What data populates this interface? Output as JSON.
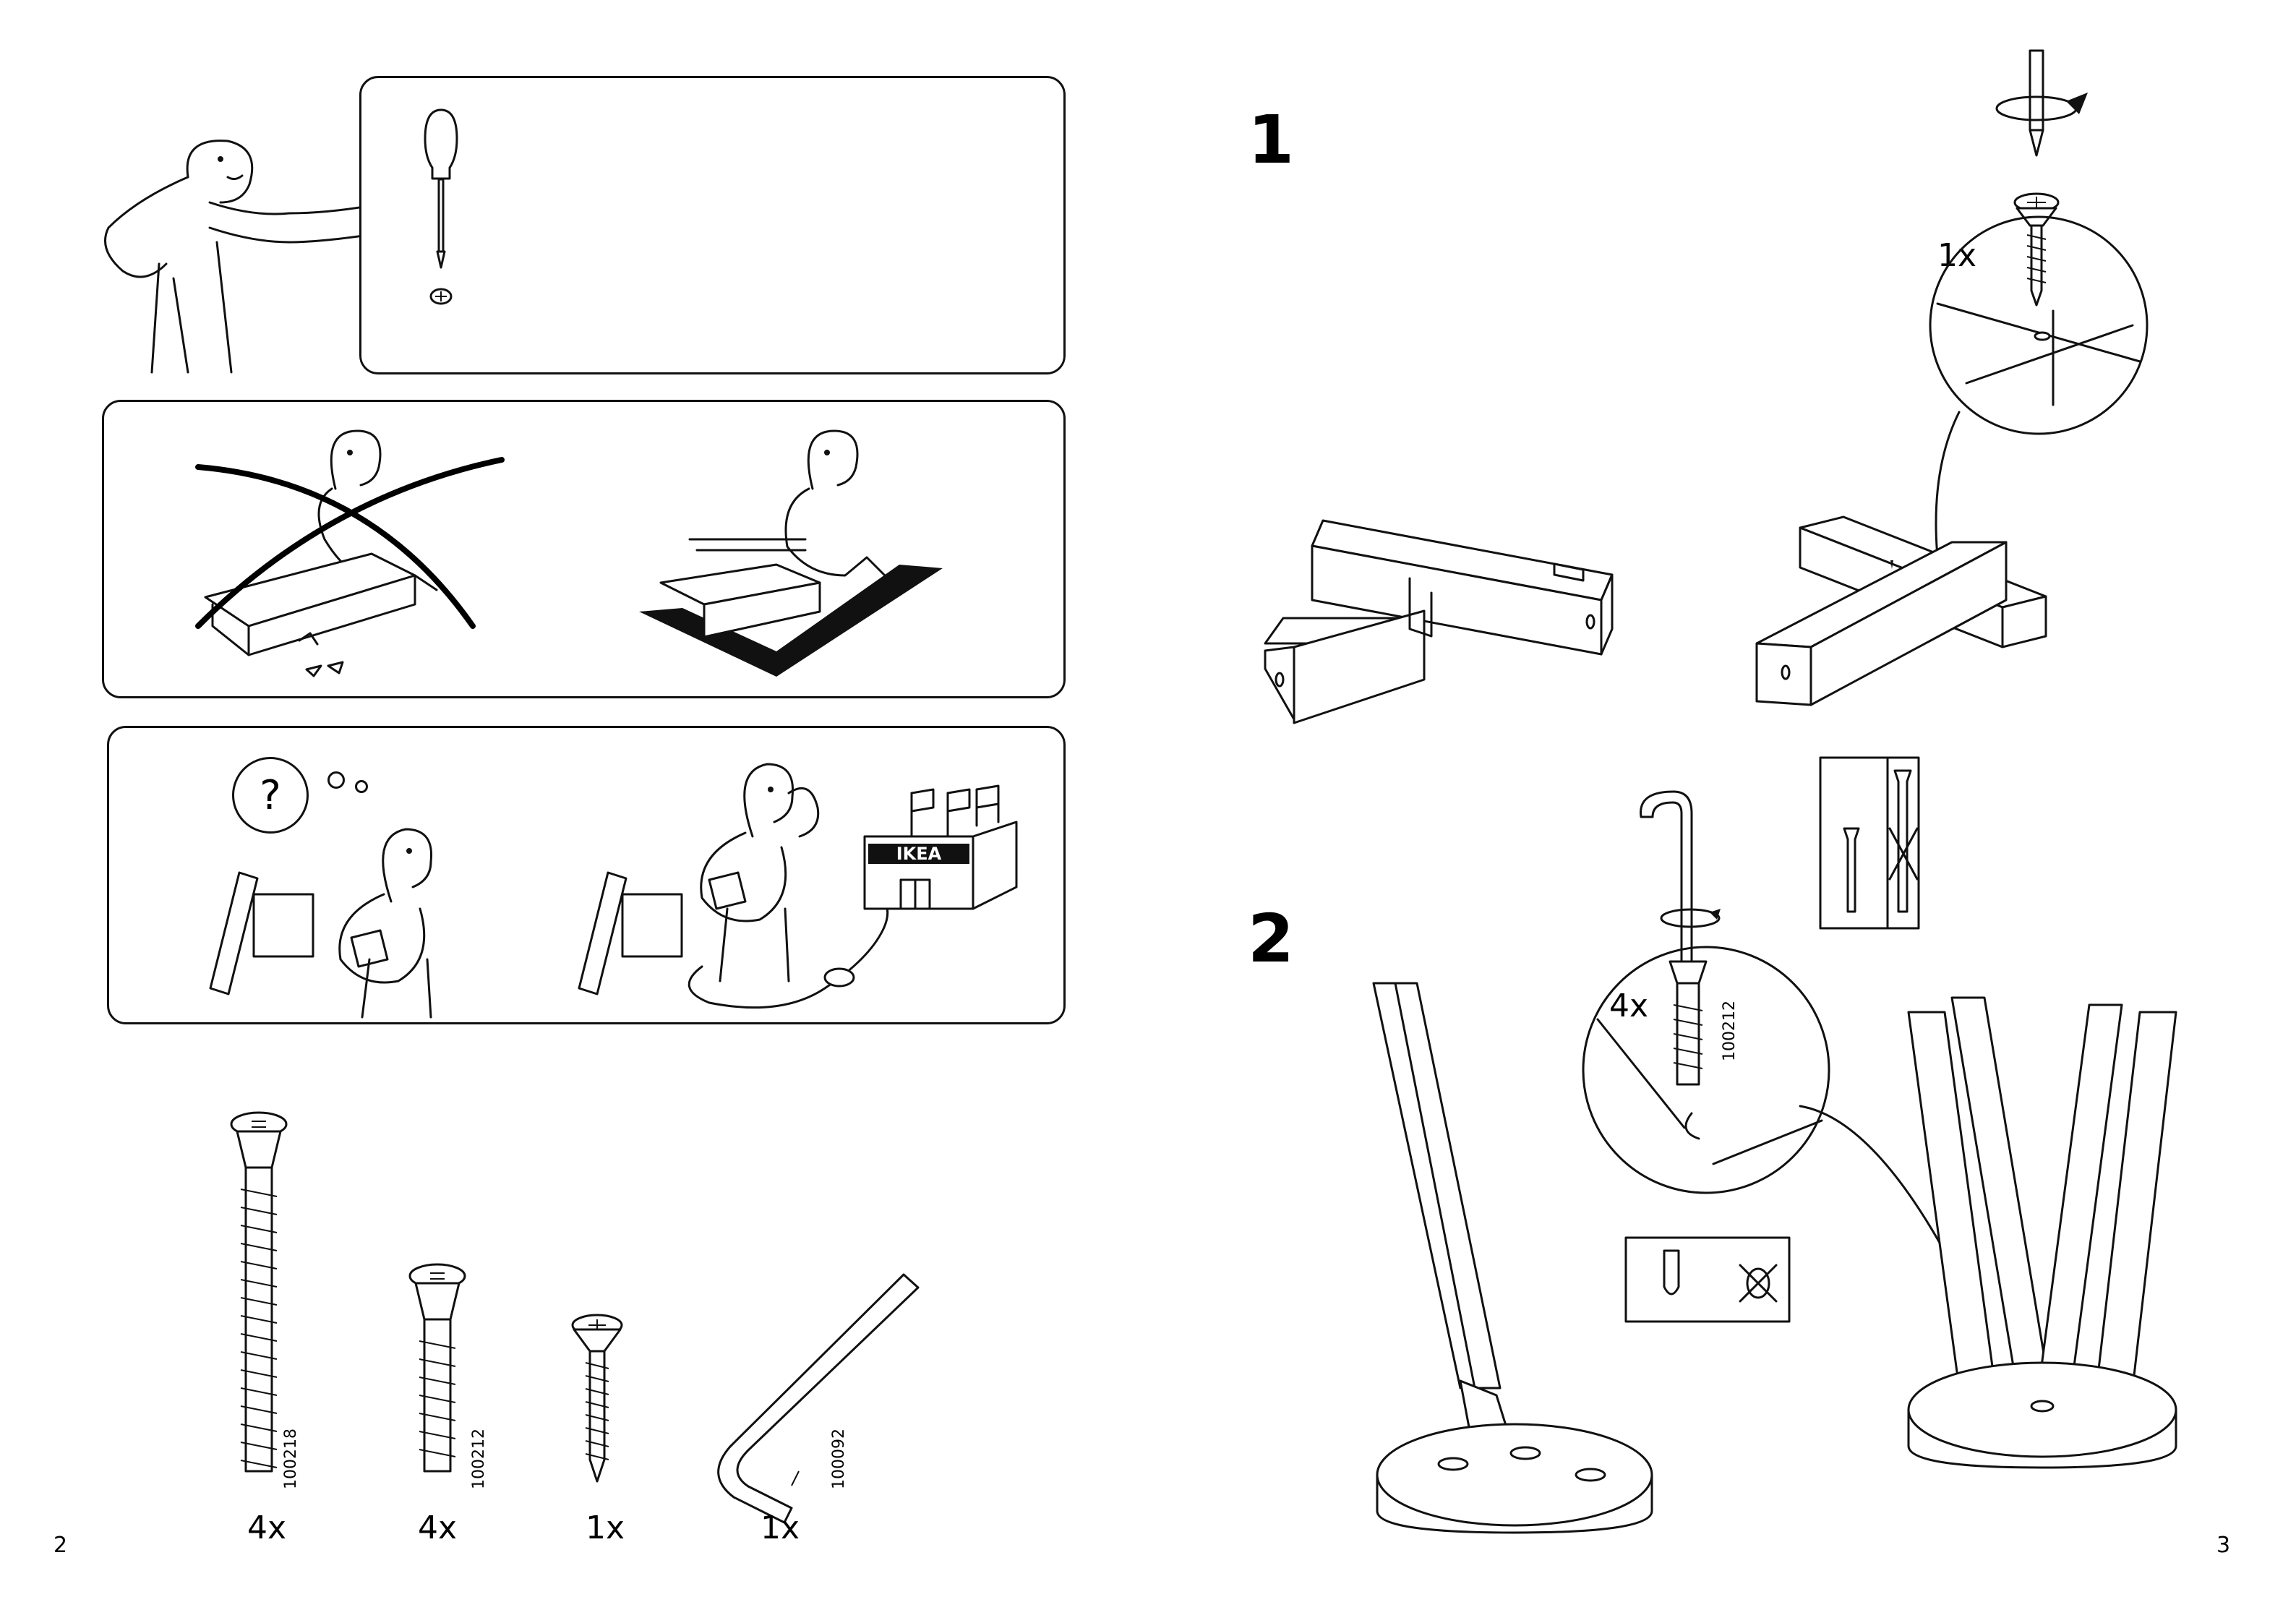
{
  "left_page": {
    "page_number": "2",
    "panels": {
      "tool_needed": {
        "tool_icon": "phillips-screwdriver-icon"
      },
      "protect_floor": {
        "wrong_icon": "cross-icon"
      },
      "help": {
        "question_mark": "?",
        "store_sign": "IKEA"
      }
    },
    "parts": [
      {
        "qty": "4x",
        "code": "100218",
        "icon": "long-allen-bolt-icon"
      },
      {
        "qty": "4x",
        "code": "100212",
        "icon": "short-allen-bolt-icon"
      },
      {
        "qty": "1x",
        "code": "",
        "icon": "wood-screw-icon"
      },
      {
        "qty": "1x",
        "code": "100092",
        "icon": "allen-key-icon"
      }
    ]
  },
  "right_page": {
    "page_number": "3",
    "steps": [
      {
        "number": "1",
        "qty": "1x"
      },
      {
        "number": "2",
        "qty": "4x",
        "code": "100212"
      }
    ]
  }
}
